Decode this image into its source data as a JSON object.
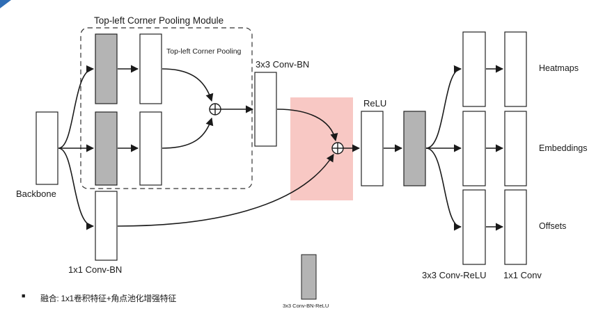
{
  "module": {
    "title": "Top-left Corner Pooling Module",
    "pool_label": "Top-left Corner Pooling"
  },
  "labels": {
    "backbone": "Backbone",
    "conv_1x1_bn": "1x1 Conv-BN",
    "conv_3x3_bn": "3x3 Conv-BN",
    "relu": "ReLU",
    "conv_3x3_relu": "3x3 Conv-ReLU",
    "conv_1x1": "1x1 Conv",
    "legend_gray": "3x3 Conv-BN-ReLU"
  },
  "outputs": {
    "heatmaps": "Heatmaps",
    "embeddings": "Embeddings",
    "offsets": "Offsets"
  },
  "footer": {
    "bullet": "■",
    "note": "融合: 1x1卷积特征+角点池化增强特征"
  },
  "colors": {
    "gray_block": "#b4b4b4",
    "highlight": "#f8c8c4",
    "corner_accent": "#2f6db5"
  }
}
